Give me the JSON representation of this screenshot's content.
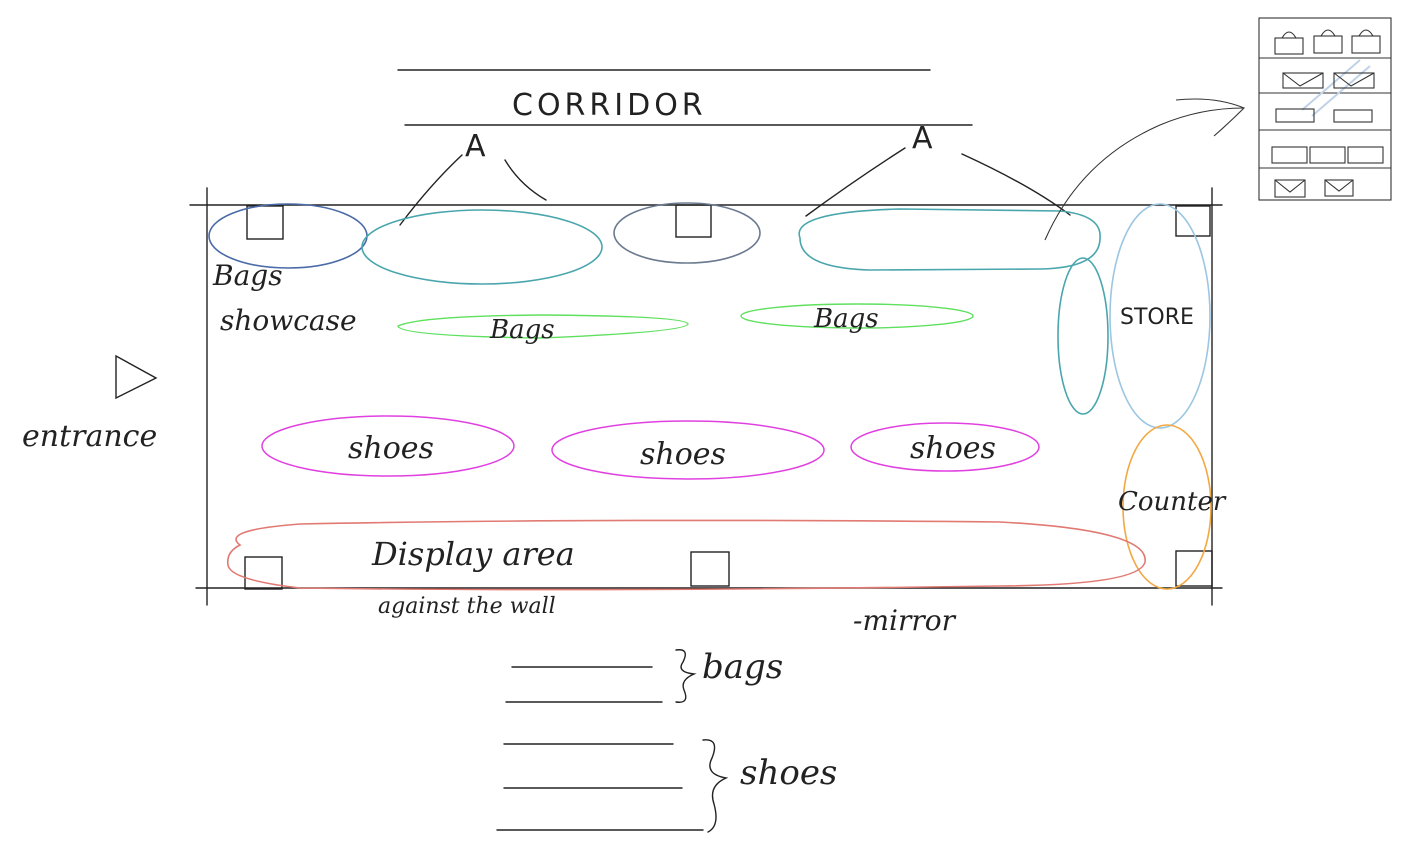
{
  "title": "",
  "labels": {
    "corridor": "CORRIDOR",
    "marker_left": "A",
    "marker_right": "A",
    "entrance": "entrance",
    "bags_showcase_line1": "Bags",
    "bags_showcase_line2": "showcase",
    "bags_left": "Bags",
    "bags_right": "Bags",
    "shoes_1": "shoes",
    "shoes_2": "shoes",
    "shoes_3": "shoes",
    "store": "STORE",
    "counter": "Counter",
    "display_area": "Display area",
    "against_wall": "against the wall",
    "mirror": "-mirror",
    "legend_bags": "bags",
    "legend_shoes": "shoes"
  },
  "zone_colors": {
    "showcase_blue": "#4a6aa8",
    "teal": "#4aa6ad",
    "slate": "#6b7a90",
    "bags_green": "#5fe05f",
    "shoes_magenta": "#e040e0",
    "display_red": "#e07a72",
    "store_blue": "#9cc6e2",
    "counter_orange": "#f2a842"
  }
}
